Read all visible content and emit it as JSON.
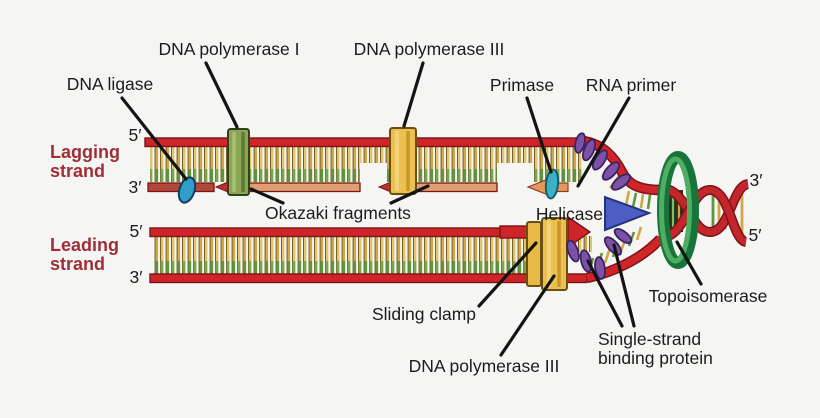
{
  "labels": {
    "dna_ligase": "DNA ligase",
    "dna_polymerase_1": "DNA polymerase I",
    "dna_polymerase_3_top": "DNA polymerase III",
    "primase": "Primase",
    "rna_primer": "RNA primer",
    "okazaki_fragments": "Okazaki fragments",
    "helicase": "Helicase",
    "sliding_clamp": "Sliding clamp",
    "dna_polymerase_3_bottom": "DNA polymerase III",
    "topoisomerase": "Topoisomerase",
    "single_strand_binding_protein_lines": [
      "Single-strand",
      "binding protein"
    ],
    "lagging_strand_lines": [
      "Lagging",
      "strand"
    ],
    "leading_strand_lines": [
      "Leading",
      "strand"
    ]
  },
  "prime_labels": {
    "lagging_top": "5′",
    "lagging_bottom": "3′",
    "leading_top": "5′",
    "leading_bottom": "3′",
    "helix_top": "3′",
    "helix_bottom": "5′"
  },
  "colors": {
    "background": "#f5f5f4",
    "strand_red": "#cf2428",
    "strand_outline": "#7c1417",
    "okazaki_salmon": "#df9f72",
    "okazaki_dark": "#b0493a",
    "arrowhead_red": "#b8322c",
    "base_yellow": "#cfa845",
    "base_green": "#5f9440",
    "ligase_blue": "#2f9fc9",
    "polymerase1_green": "#8aa653",
    "polymerase3_yellow": "#ecc04f",
    "primase_teal": "#3fb0c4",
    "ssb_purple": "#7b52a8",
    "helicase_blue": "#4a5fc1",
    "topoisomerase_green": "#1f8c46",
    "strand_label_red": "#9e2f37"
  }
}
